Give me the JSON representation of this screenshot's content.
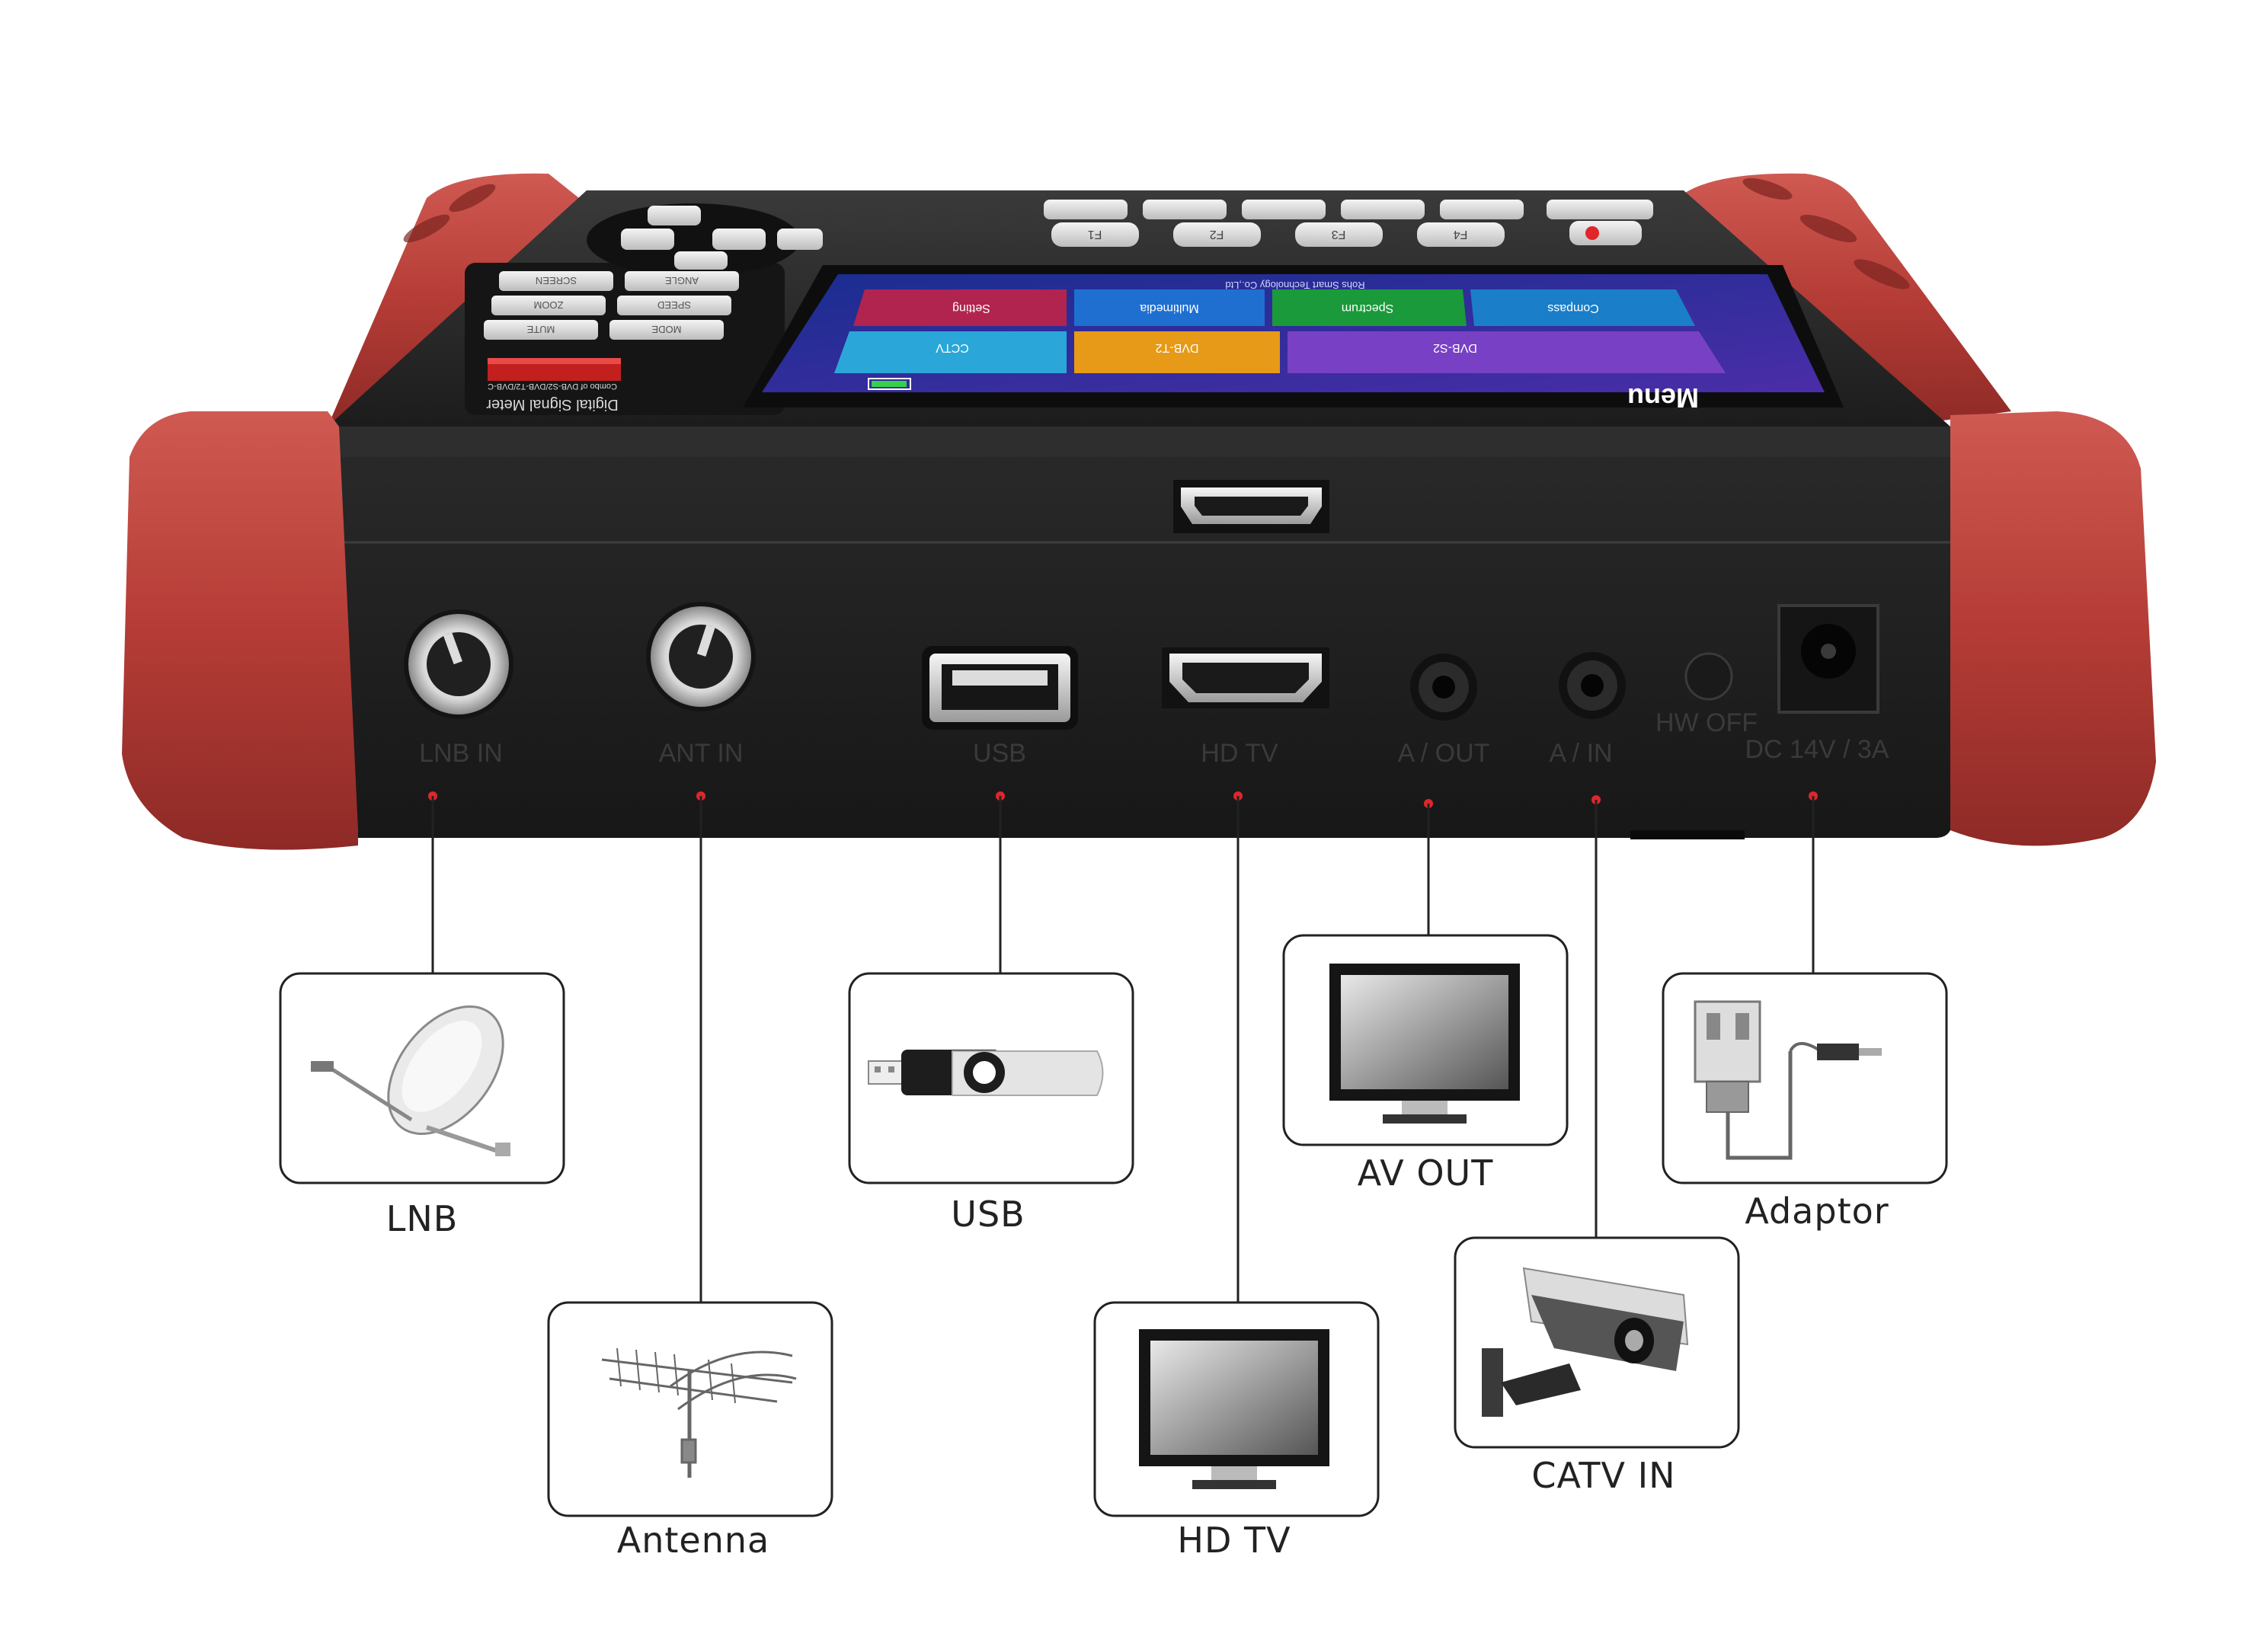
{
  "device": {
    "brand_line_1": "Digital Signal Meter",
    "brand_line_2": "Combo of DVB-S2/DVB-T2/DVB-C",
    "screen": {
      "title": "Menu",
      "subtitle": "Rohs Smart Technology Co.,Ltd",
      "tiles": [
        "Setting",
        "Multimedia",
        "Spectrum",
        "Compass",
        "CCTV",
        "DVB-T2",
        "DVB-S2"
      ]
    },
    "keypad": [
      "MUTE",
      "MODE",
      "ZOOM",
      "SPEED",
      "SCREEN",
      "ANGLE"
    ],
    "function_keys": [
      "F1",
      "F2",
      "F3",
      "F4"
    ],
    "port_labels": [
      "LNB IN",
      "ANT IN",
      "USB",
      "HD TV",
      "A / OUT",
      "A / IN",
      "HW OFF",
      "DC 14V / 3A"
    ]
  },
  "connections": [
    {
      "caption": "LNB",
      "icon": "satellite-dish-icon"
    },
    {
      "caption": "Antenna",
      "icon": "antenna-icon"
    },
    {
      "caption": "USB",
      "icon": "usb-flash-drive-icon"
    },
    {
      "caption": "HD TV",
      "icon": "monitor-icon"
    },
    {
      "caption": "AV OUT",
      "icon": "monitor-icon"
    },
    {
      "caption": "CATV IN",
      "icon": "cctv-camera-icon"
    },
    {
      "caption": "Adaptor",
      "icon": "power-adaptor-icon"
    }
  ],
  "colors": {
    "bumper": "#b53c36",
    "body": "#232323",
    "marker": "#e0262a",
    "screen_blue": "#1f3fb0"
  }
}
